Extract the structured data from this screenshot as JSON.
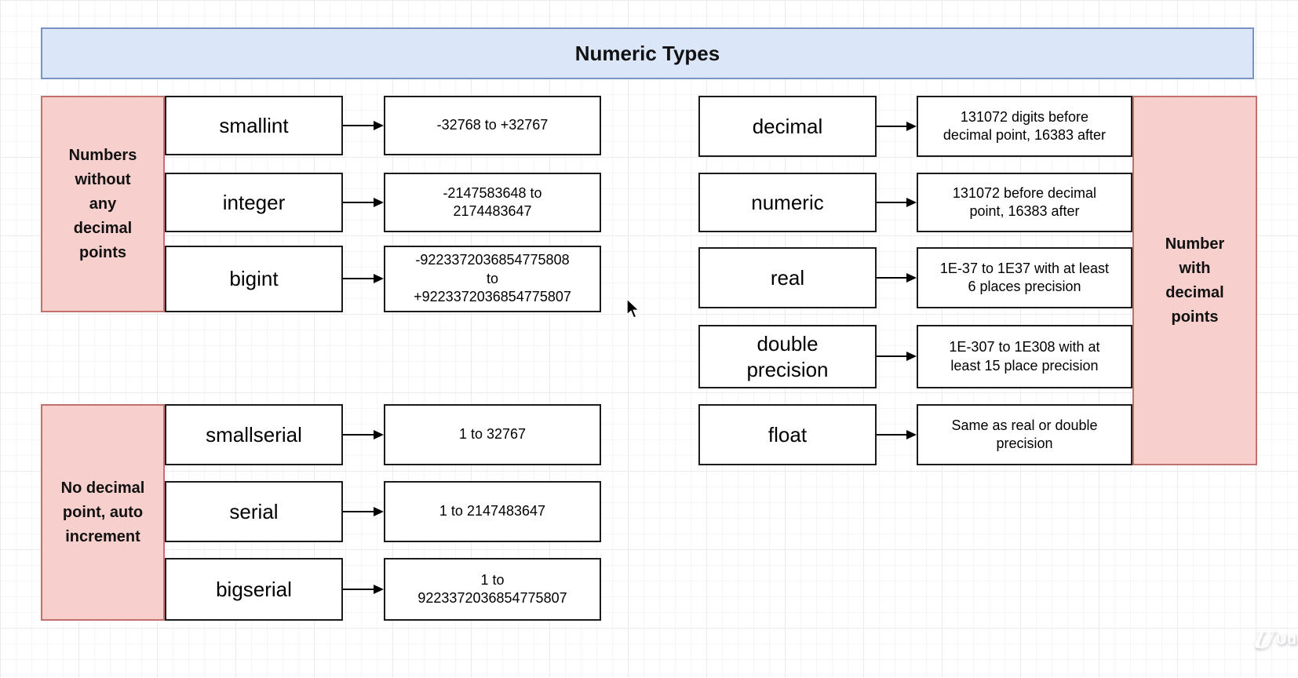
{
  "title": "Numeric Types",
  "colors": {
    "banner_fill": "#dbe7f9",
    "banner_border": "#7b93c4",
    "pink_fill": "#f7cfcc",
    "pink_border": "#c0716d",
    "box_border": "#1b1b1b"
  },
  "groups": [
    {
      "id": "integers",
      "label": "Numbers\nwithout\nany\ndecimal\npoints",
      "rows": [
        {
          "type": "smallint",
          "range": "-32768 to +32767"
        },
        {
          "type": "integer",
          "range": "-2147583648 to\n2174483647"
        },
        {
          "type": "bigint",
          "range": "-9223372036854775808\nto\n+9223372036854775807"
        }
      ]
    },
    {
      "id": "decimals",
      "label": "Number\nwith\ndecimal\npoints",
      "rows": [
        {
          "type": "decimal",
          "range": "131072 digits before\ndecimal point, 16383 after"
        },
        {
          "type": "numeric",
          "range": "131072 before decimal\npoint, 16383 after"
        },
        {
          "type": "real",
          "range": "1E-37 to 1E37 with at least\n6 places precision"
        },
        {
          "type": "double\nprecision",
          "range": "1E-307 to 1E308 with at\nleast 15 place precision"
        },
        {
          "type": "float",
          "range": "Same as real or double\nprecision"
        }
      ]
    },
    {
      "id": "serials",
      "label": "No decimal\npoint, auto\nincrement",
      "rows": [
        {
          "type": "smallserial",
          "range": "1 to 32767"
        },
        {
          "type": "serial",
          "range": "1 to 2147483647"
        },
        {
          "type": "bigserial",
          "range": "1 to\n9223372036854775807"
        }
      ]
    }
  ],
  "watermark": {
    "logo": "U",
    "text": "Ude"
  }
}
